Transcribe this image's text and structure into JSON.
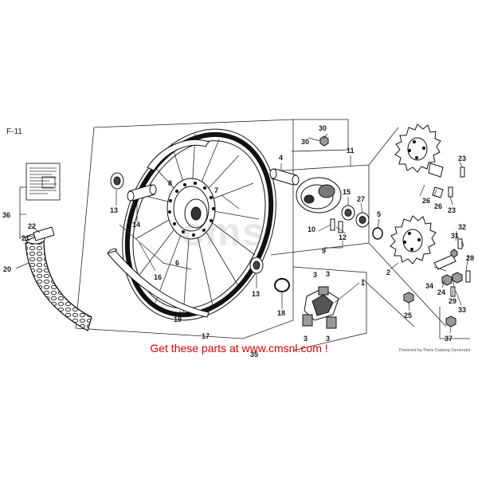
{
  "sheet_label": "F-11",
  "watermark_text": "cms",
  "promo_text": "Get these parts at www.cmsnl.com !",
  "powered_text": "Powered by Parts Catalog Generator",
  "callouts": [
    {
      "id": "c1",
      "label": "1"
    },
    {
      "id": "c2",
      "label": "2"
    },
    {
      "id": "c3a",
      "label": "3"
    },
    {
      "id": "c3b",
      "label": "3"
    },
    {
      "id": "c3c",
      "label": "3"
    },
    {
      "id": "c3d",
      "label": "3"
    },
    {
      "id": "c4",
      "label": "4"
    },
    {
      "id": "c5",
      "label": "5"
    },
    {
      "id": "c6",
      "label": "6"
    },
    {
      "id": "c7",
      "label": "7"
    },
    {
      "id": "c8",
      "label": "8"
    },
    {
      "id": "c9",
      "label": "9"
    },
    {
      "id": "c10",
      "label": "10"
    },
    {
      "id": "c11",
      "label": "11"
    },
    {
      "id": "c12",
      "label": "12"
    },
    {
      "id": "c13a",
      "label": "13"
    },
    {
      "id": "c13b",
      "label": "13"
    },
    {
      "id": "c14",
      "label": "14"
    },
    {
      "id": "c15",
      "label": "15"
    },
    {
      "id": "c16",
      "label": "16"
    },
    {
      "id": "c17",
      "label": "17"
    },
    {
      "id": "c18",
      "label": "18"
    },
    {
      "id": "c19",
      "label": "19"
    },
    {
      "id": "c20",
      "label": "20"
    },
    {
      "id": "c21",
      "label": "21"
    },
    {
      "id": "c22",
      "label": "22"
    },
    {
      "id": "c23a",
      "label": "23"
    },
    {
      "id": "c23b",
      "label": "23"
    },
    {
      "id": "c24",
      "label": "24"
    },
    {
      "id": "c25",
      "label": "25"
    },
    {
      "id": "c26a",
      "label": "26"
    },
    {
      "id": "c26b",
      "label": "26"
    },
    {
      "id": "c27",
      "label": "27"
    },
    {
      "id": "c28",
      "label": "28"
    },
    {
      "id": "c29",
      "label": "29"
    },
    {
      "id": "c30a",
      "label": "30"
    },
    {
      "id": "c30b",
      "label": "30"
    },
    {
      "id": "c31",
      "label": "31"
    },
    {
      "id": "c32",
      "label": "32"
    },
    {
      "id": "c33",
      "label": "33"
    },
    {
      "id": "c34",
      "label": "34"
    },
    {
      "id": "c35",
      "label": "35"
    },
    {
      "id": "c36",
      "label": "36"
    },
    {
      "id": "c37",
      "label": "37"
    }
  ]
}
